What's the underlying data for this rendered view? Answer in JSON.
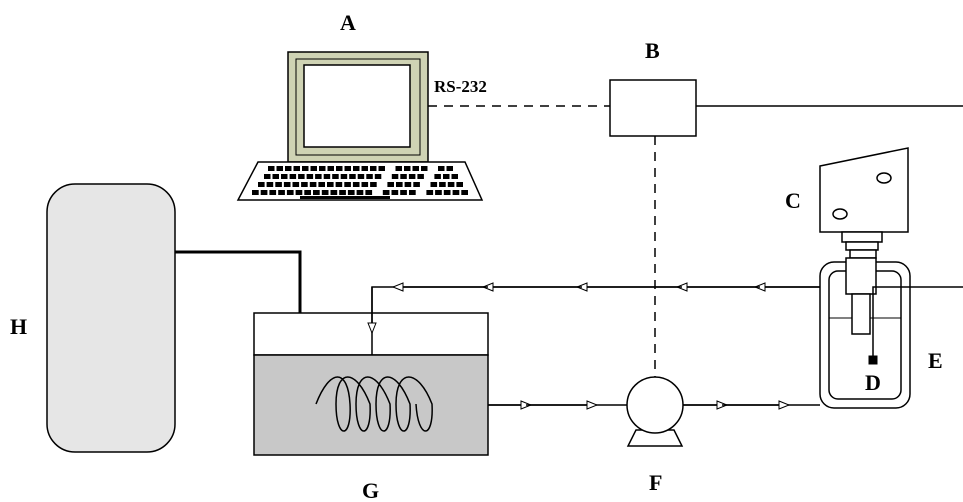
{
  "labels": {
    "A": "A",
    "B": "B",
    "C": "C",
    "D": "D",
    "E": "E",
    "F": "F",
    "G": "G",
    "H": "H",
    "rs232": "RS-232"
  },
  "colors": {
    "line": "#000000",
    "monitor_frame": "#cfd3b4",
    "monitor_screen": "#ffffff",
    "keyboard": "#ffffff",
    "bath_liquid": "#c8c8c8",
    "tank": "#e6e6e6",
    "pump": "#ffffff"
  }
}
